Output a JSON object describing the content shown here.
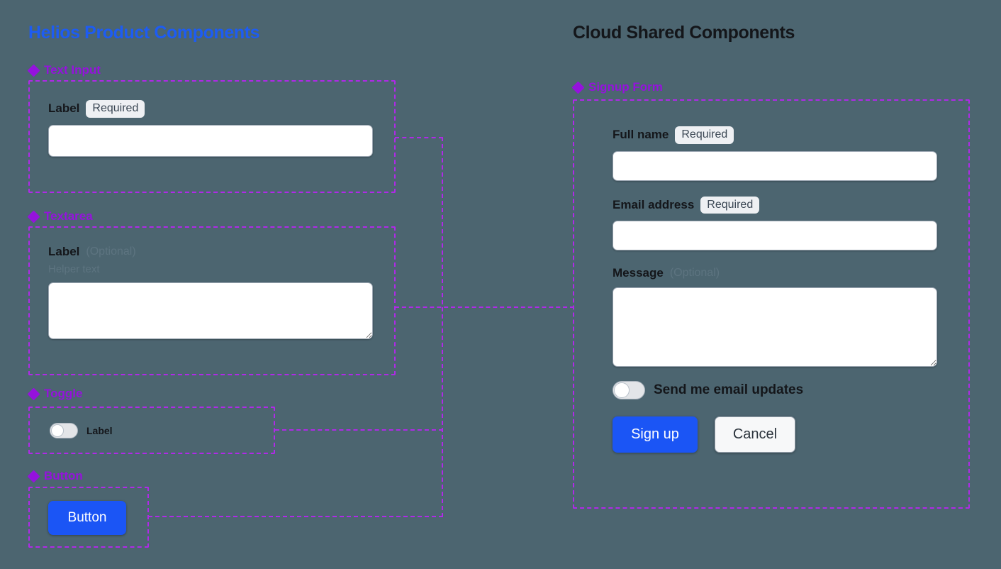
{
  "colors": {
    "background": "#4c6570",
    "left_title": "#1d5cf3",
    "right_title": "#14161a",
    "section_label": "#9512dd",
    "dashed_border": "#b029e8",
    "primary_button": "#1b55f5",
    "badge_bg": "#eef0f3",
    "muted_text": "#5d7480"
  },
  "panels": {
    "left": {
      "title": "Helios Product Components",
      "sections": [
        {
          "icon": "diamond-cluster-icon",
          "label": "Text Input"
        },
        {
          "icon": "diamond-cluster-icon",
          "label": "Textarea"
        },
        {
          "icon": "diamond-cluster-icon",
          "label": "Toggle"
        },
        {
          "icon": "diamond-cluster-icon",
          "label": "Button"
        }
      ],
      "text_input": {
        "label": "Label",
        "badge": "Required",
        "value": "",
        "placeholder": ""
      },
      "textarea": {
        "label": "Label",
        "optional_tag": "(Optional)",
        "helper_text": "Helper text",
        "value": "",
        "placeholder": ""
      },
      "toggle": {
        "label": "Label",
        "checked": false
      },
      "button": {
        "label": "Button"
      }
    },
    "right": {
      "title": "Cloud Shared Components",
      "sections": [
        {
          "icon": "diamond-cluster-icon",
          "label": "Signup Form"
        }
      ],
      "signup_form": {
        "full_name": {
          "label": "Full name",
          "badge": "Required",
          "value": "",
          "placeholder": ""
        },
        "email_address": {
          "label": "Email address",
          "badge": "Required",
          "value": "",
          "placeholder": ""
        },
        "message": {
          "label": "Message",
          "optional_tag": "(Optional)",
          "value": "",
          "placeholder": ""
        },
        "email_updates_toggle": {
          "label": "Send me email updates",
          "checked": false
        },
        "submit_button": "Sign up",
        "cancel_button": "Cancel"
      }
    }
  }
}
